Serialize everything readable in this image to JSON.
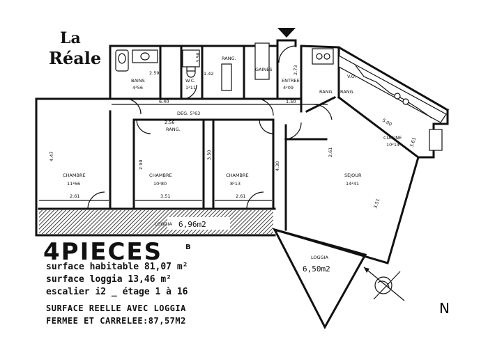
{
  "logo": {
    "line1": "La",
    "line2": "Réale"
  },
  "rooms": {
    "bains": {
      "name": "BAINS",
      "area": "4²56"
    },
    "wc": {
      "name": "W.C.",
      "area": "1²11"
    },
    "rang1": {
      "name": "RANG."
    },
    "gaines": {
      "name": "GAINES"
    },
    "entree": {
      "name": "ENTREE",
      "area": "4²09"
    },
    "rang2": {
      "name": "RANG."
    },
    "vo": {
      "name": "V.O."
    },
    "rang3": {
      "name": "RANG."
    },
    "deg": {
      "name": "DEG. 5²63"
    },
    "rang4": {
      "name": "RANG."
    },
    "cuisine": {
      "name": "CUISINE",
      "area": "10²14"
    },
    "chambre1": {
      "name": "CHAMBRE",
      "area": "11²66"
    },
    "chambre2": {
      "name": "CHAMBRE",
      "area": "10²80"
    },
    "chambre3": {
      "name": "CHAMBRE",
      "area": "8²13"
    },
    "sejour": {
      "name": "SEJOUR",
      "area": "14²41"
    },
    "loggia1": {
      "name": "LOGGIA",
      "area": "6,96m2"
    },
    "loggia2": {
      "name": "LOGGIA",
      "area": "6,50m2"
    }
  },
  "dimensions": {
    "d_259": "2.59",
    "d_142": "1.42",
    "d_640": "6.40",
    "d_150": "1.50",
    "d_273": "2.73",
    "d_350a": "3.50",
    "d_256": "2.56",
    "d_447": "4.47",
    "d_290": "2.90",
    "d_350b": "3.50",
    "d_430": "4.30",
    "d_261a": "2.61",
    "d_351a": "3.51",
    "d_261b": "2.61",
    "d_361": "3.61",
    "d_500": "5.00",
    "d_261c": "2.61",
    "d_351b": "3.51"
  },
  "info": {
    "title": "4PIECES",
    "title_sup": "B",
    "surface_habitable": "surface habitable 81,07 m²",
    "surface_loggia": "surface loggia   13,46 m²",
    "escalier": "escalier i2  _ étage 1 à 16",
    "reelle_1": "SURFACE REELLE AVEC LOGGIA",
    "reelle_2": "FERMEE ET CARRELEE:87,57M2"
  },
  "north": {
    "label": "N"
  }
}
